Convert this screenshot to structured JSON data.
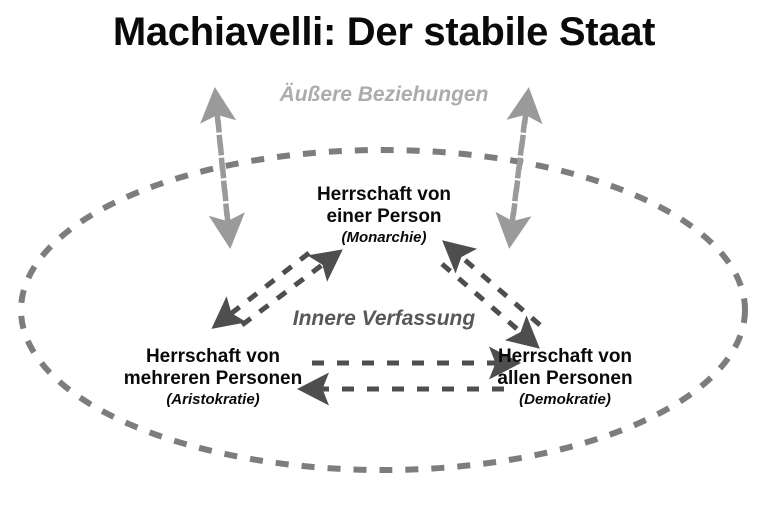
{
  "title": "Machiavelli: Der stabile Staat",
  "labels": {
    "outer_relations": "Äußere Beziehungen",
    "inner_constitution": "Innere Verfassung"
  },
  "nodes": [
    {
      "id": "monarchy",
      "line1": "Herrschaft von",
      "line2": "einer Person",
      "sub": "(Monarchie)"
    },
    {
      "id": "aristocracy",
      "line1": "Herrschaft von",
      "line2": "mehreren Personen",
      "sub": "(Aristokratie)"
    },
    {
      "id": "democracy",
      "line1": "Herrschaft von",
      "line2": "allen Personen",
      "sub": "(Demokratie)"
    }
  ],
  "shapes": {
    "boundary_ellipse": "state-boundary-dashed-ellipse"
  },
  "arrows": {
    "external_left": "double-headed-vertical-dashed-arrow",
    "external_right": "double-headed-vertical-dashed-arrow",
    "aristocracy_to_monarchy": "dashed-arrow-up-right",
    "monarchy_to_aristocracy": "dashed-arrow-down-left",
    "democracy_to_monarchy": "dashed-arrow-up-left",
    "monarchy_to_democracy": "dashed-arrow-down-right",
    "aristocracy_to_democracy": "dashed-arrow-right",
    "democracy_to_aristocracy": "dashed-arrow-left"
  },
  "colors": {
    "title": "#0a0a0a",
    "outer_label": "#acacac",
    "inner_label": "#585858",
    "ellipse": "#7d7d7d",
    "external_arrow": "#9a9a9a",
    "inner_arrow": "#4e4e4e",
    "background": "#ffffff"
  }
}
